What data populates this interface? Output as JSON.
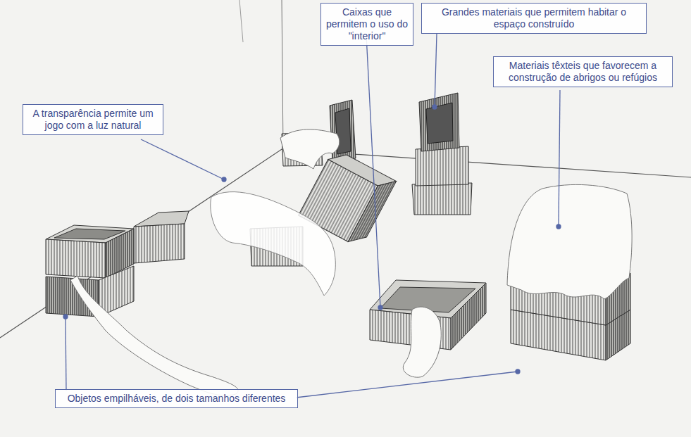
{
  "diagram": {
    "nodes": [
      {
        "text": [
          "Caixas que permitem o uso do \"interior\""
        ]
      },
      {
        "text": [
          "Grandes materiais que permitem habitar o espaço construído"
        ]
      },
      {
        "text": [
          "Materiais têxteis que favorecem a construção de abrigos ou refúgios"
        ]
      },
      {
        "text": [
          "A transparência permite um jogo com a luz natural"
        ]
      },
      {
        "text": [
          "Objetos empilháveis, de dois tamanhos diferentes"
        ]
      }
    ]
  }
}
